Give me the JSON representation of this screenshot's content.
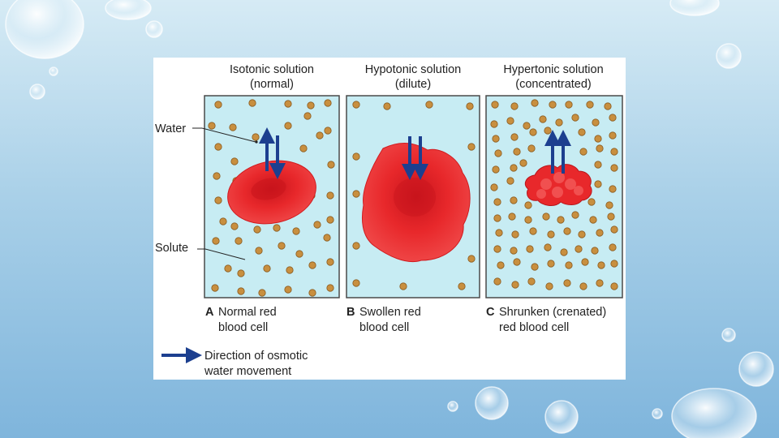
{
  "panels": [
    {
      "title1": "Isotonic solution",
      "title2": "(normal)",
      "letter": "A",
      "cap1": "Normal red",
      "cap2": "blood cell"
    },
    {
      "title1": "Hypotonic solution",
      "title2": "(dilute)",
      "letter": "B",
      "cap1": "Swollen red",
      "cap2": "blood cell"
    },
    {
      "title1": "Hypertonic solution",
      "title2": "(concentrated)",
      "letter": "C",
      "cap1": "Shrunken (crenated)",
      "cap2": "red blood cell"
    }
  ],
  "labels": {
    "water": "Water",
    "solute": "Solute"
  },
  "legend": {
    "line1": "Direction of osmotic",
    "line2": "water movement"
  },
  "colors": {
    "solution": "#c7ecf3",
    "cell": "#e8282b",
    "cell_center": "#c8141c",
    "solute": "#c88f3f",
    "arrow": "#1c3f8f"
  }
}
